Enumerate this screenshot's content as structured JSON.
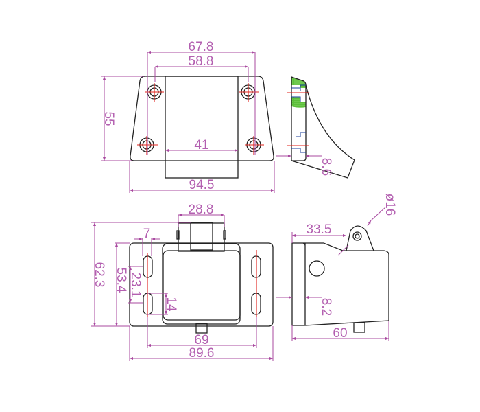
{
  "top_view": {
    "dim_outer_holes": "67.8",
    "dim_inner_holes": "58.8",
    "dim_height": "55",
    "dim_inner_width": "41",
    "dim_total_width": "94.5"
  },
  "side_view_top": {
    "dim_thickness": "8.6"
  },
  "bottom_view": {
    "dim_bracket_width": "28.8",
    "dim_total_height": "62.3",
    "dim_plate_height": "53.4",
    "dim_slot_width": "7",
    "dim_slot_spacing": "23.1",
    "dim_slot_length": "14",
    "dim_slot_centers": "69",
    "dim_total_width": "89.6"
  },
  "side_view_bottom": {
    "dim_roller_diameter": "ø16",
    "dim_roller_offset": "33.5",
    "dim_offset": "8.2",
    "dim_length": "60"
  },
  "colors": {
    "dimension": "#b35fb0",
    "outline": "#222222",
    "axis": "#e0201a",
    "section_fill": "#5cbf3a"
  }
}
